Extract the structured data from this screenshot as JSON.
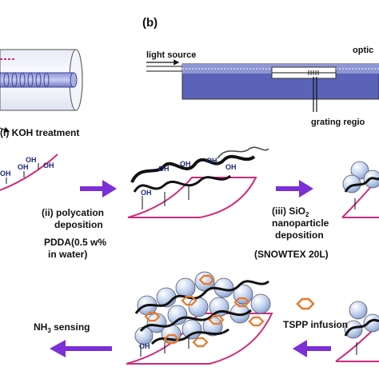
{
  "panel_b": {
    "label": "(b)",
    "light_source": "light source",
    "optical_fiber_cut": "optic",
    "grating_region": "grating regio"
  },
  "steps": {
    "koh": "(i) KOH treatment",
    "polycation_line1": "(ii) polycation",
    "polycation_line2": "deposition",
    "pdda_line1": "PDDA(0.5 w%",
    "pdda_line2": "in water)",
    "sio2_line1": "(iii) SiO",
    "sio2_sub": "2",
    "sio2_line2": "nanoparticle",
    "sio2_line3": "deposition",
    "snowtex": "(SNOWTEX 20L)",
    "tspp": "TSPP infusion",
    "nh3_prefix": "NH",
    "nh3_sub": "3",
    "nh3_suffix": " sensing"
  },
  "oh_label": "OH",
  "colors": {
    "arrow": "#7b2fd6",
    "fiber": "#5a63b8",
    "substrate": "#d02a7a",
    "polymer": "#111111",
    "nanoparticle": "#b9cbe8",
    "tspp": "#e8792b",
    "oh": "#1d2a7a"
  }
}
